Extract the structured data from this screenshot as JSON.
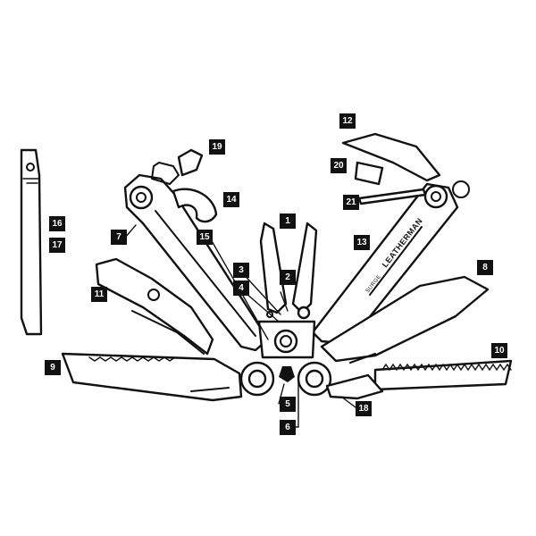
{
  "callouts": [
    {
      "id": "c1",
      "label": "1"
    },
    {
      "id": "c2",
      "label": "2"
    },
    {
      "id": "c3",
      "label": "3"
    },
    {
      "id": "c4",
      "label": "4"
    },
    {
      "id": "c5",
      "label": "5"
    },
    {
      "id": "c6",
      "label": "6"
    },
    {
      "id": "c7",
      "label": "7"
    },
    {
      "id": "c8",
      "label": "8"
    },
    {
      "id": "c9",
      "label": "9"
    },
    {
      "id": "c10",
      "label": "10"
    },
    {
      "id": "c11",
      "label": "11"
    },
    {
      "id": "c12",
      "label": "12"
    },
    {
      "id": "c13",
      "label": "13"
    },
    {
      "id": "c14",
      "label": "14"
    },
    {
      "id": "c15",
      "label": "15"
    },
    {
      "id": "c16",
      "label": "16"
    },
    {
      "id": "c17",
      "label": "17"
    },
    {
      "id": "c18",
      "label": "18"
    },
    {
      "id": "c19",
      "label": "19"
    },
    {
      "id": "c20",
      "label": "20"
    },
    {
      "id": "c21",
      "label": "21"
    }
  ],
  "handle_brand": "LEATHERMAN",
  "handle_model": "SURGE"
}
